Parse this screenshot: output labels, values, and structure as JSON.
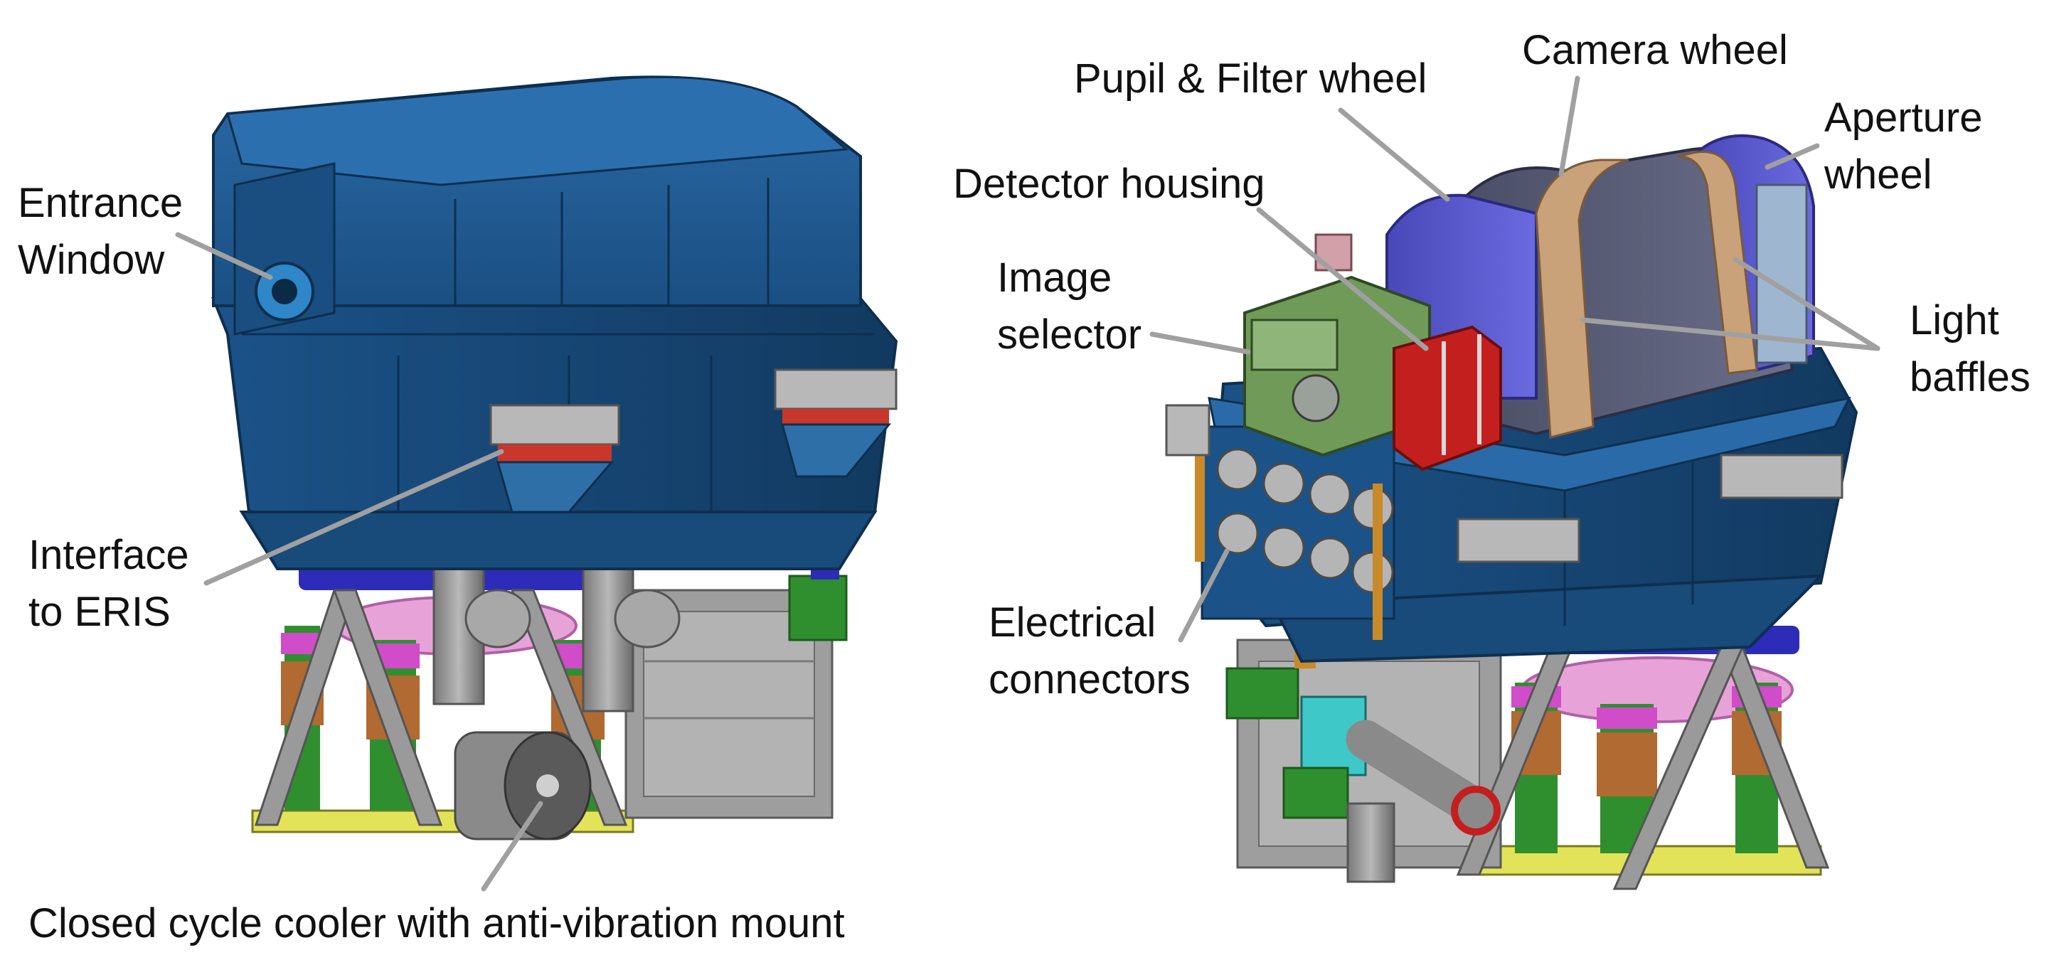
{
  "labels": {
    "entrance_window": [
      "Entrance",
      "Window"
    ],
    "interface_to_eris": [
      "Interface",
      "to ERIS"
    ],
    "closed_cycle_cooler": "Closed cycle cooler with anti-vibration mount",
    "pupil_filter_wheel": "Pupil & Filter wheel",
    "camera_wheel": "Camera wheel",
    "aperture_wheel": [
      "Aperture",
      "wheel"
    ],
    "detector_housing": "Detector housing",
    "image_selector": [
      "Image",
      "selector"
    ],
    "light_baffles": [
      "Light",
      "baffles"
    ],
    "electrical_connectors": [
      "Electrical",
      "connectors"
    ]
  },
  "colors": {
    "cryostat_blue": "#1f5a8f",
    "cryostat_dark": "#143e66",
    "wheel_purple": "#5a5ad0",
    "camera_grey": "#565a73",
    "baffle_tan": "#c9a27a",
    "detector_red": "#c41f1f",
    "selector_green": "#6f9a58",
    "leader_grey": "#a0a0a0",
    "support_green": "#2f8f2f",
    "support_yellow": "#e3e35a",
    "support_magenta": "#d04cc8",
    "coil_copper": "#b06a32",
    "steel_grey": "#9a9a9a"
  }
}
